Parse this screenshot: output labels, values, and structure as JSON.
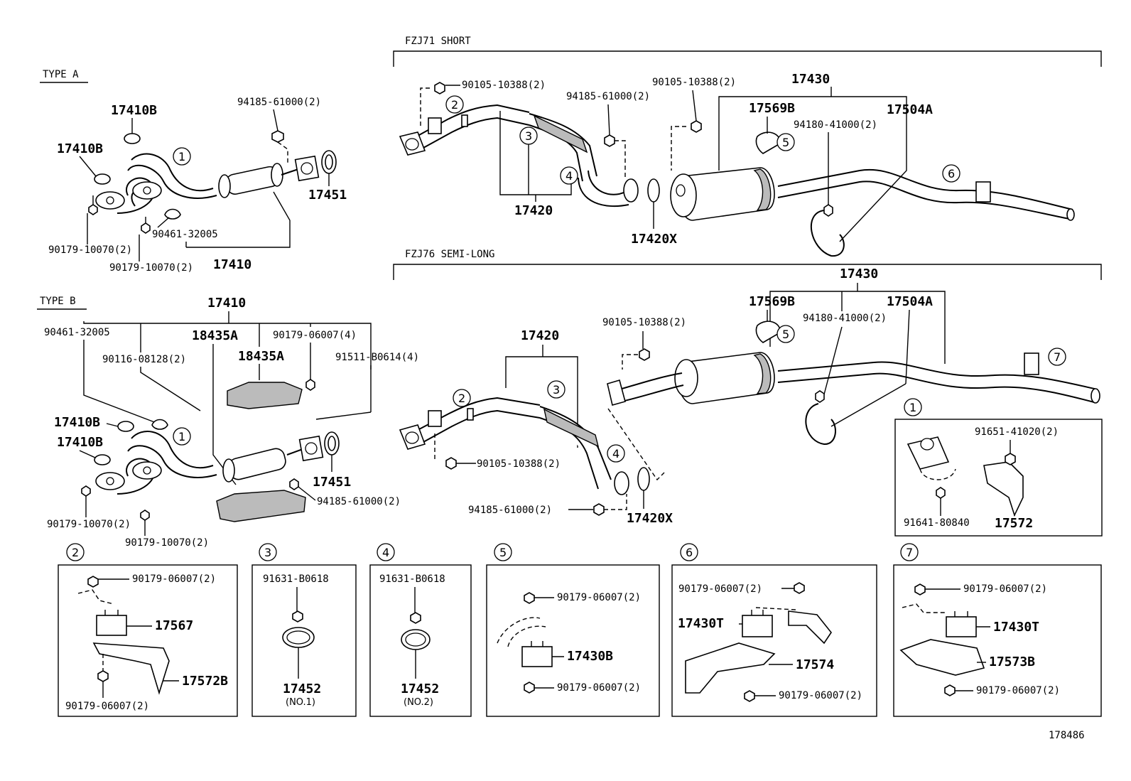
{
  "sections": {
    "fzj71": "FZJ71 SHORT",
    "fzj76": "FZJ76 SEMI-LONG",
    "type_a": "TYPE A",
    "type_b": "TYPE B"
  },
  "type_a": {
    "p17410B_1": "17410B",
    "p17410B_2": "17410B",
    "p94185": "94185-61000(2)",
    "p17451": "17451",
    "p90461": "90461-32005",
    "p90179_a": "90179-10070(2)",
    "p90179_b": "90179-10070(2)",
    "p17410": "17410",
    "c1": "1"
  },
  "fzj71": {
    "p90105_a": "90105-10388(2)",
    "p94185": "94185-61000(2)",
    "p90105_b": "90105-10388(2)",
    "p17430": "17430",
    "p17569B": "17569B",
    "p17504A": "17504A",
    "p94180": "94180-41000(2)",
    "p17420": "17420",
    "p17420X": "17420X",
    "c2": "2",
    "c3": "3",
    "c4": "4",
    "c5": "5",
    "c6": "6"
  },
  "type_b": {
    "p17410": "17410",
    "p90461": "90461-32005",
    "p18435A_1": "18435A",
    "p90179_06007": "90179-06007(4)",
    "p90116": "90116-08128(2)",
    "p18435A_2": "18435A",
    "p91511": "91511-B0614(4)",
    "p17410B_1": "17410B",
    "p17410B_2": "17410B",
    "p17451": "17451",
    "p94185": "94185-61000(2)",
    "p90179_a": "90179-10070(2)",
    "p90179_b": "90179-10070(2)",
    "c1": "1"
  },
  "fzj76": {
    "p17430": "17430",
    "p17569B": "17569B",
    "p17504A": "17504A",
    "p94180": "94180-41000(2)",
    "p90105_a": "90105-10388(2)",
    "p17420": "17420",
    "p90105_b": "90105-10388(2)",
    "p94185": "94185-61000(2)",
    "p17420X": "17420X",
    "c2": "2",
    "c3": "3",
    "c4": "4",
    "c5": "5",
    "c7": "7"
  },
  "box1": {
    "c1": "1",
    "p91651": "91651-41020(2)",
    "p91641": "91641-80840",
    "p17572": "17572"
  },
  "box2": {
    "c": "2",
    "p1": "90179-06007(2)",
    "p2": "17567",
    "p3": "17572B",
    "p4": "90179-06007(2)"
  },
  "box3": {
    "c": "3",
    "p1": "91631-B0618",
    "p2": "17452",
    "note": "(NO.1)"
  },
  "box4": {
    "c": "4",
    "p1": "91631-B0618",
    "p2": "17452",
    "note": "(NO.2)"
  },
  "box5": {
    "c": "5",
    "p1": "90179-06007(2)",
    "p2": "17430B",
    "p3": "90179-06007(2)"
  },
  "box6": {
    "c": "6",
    "p1": "90179-06007(2)",
    "p2": "17430T",
    "p3": "17574",
    "p4": "90179-06007(2)"
  },
  "box7": {
    "c": "7",
    "p1": "90179-06007(2)",
    "p2": "17430T",
    "p3": "17573B",
    "p4": "90179-06007(2)"
  },
  "figure_id": "178486"
}
